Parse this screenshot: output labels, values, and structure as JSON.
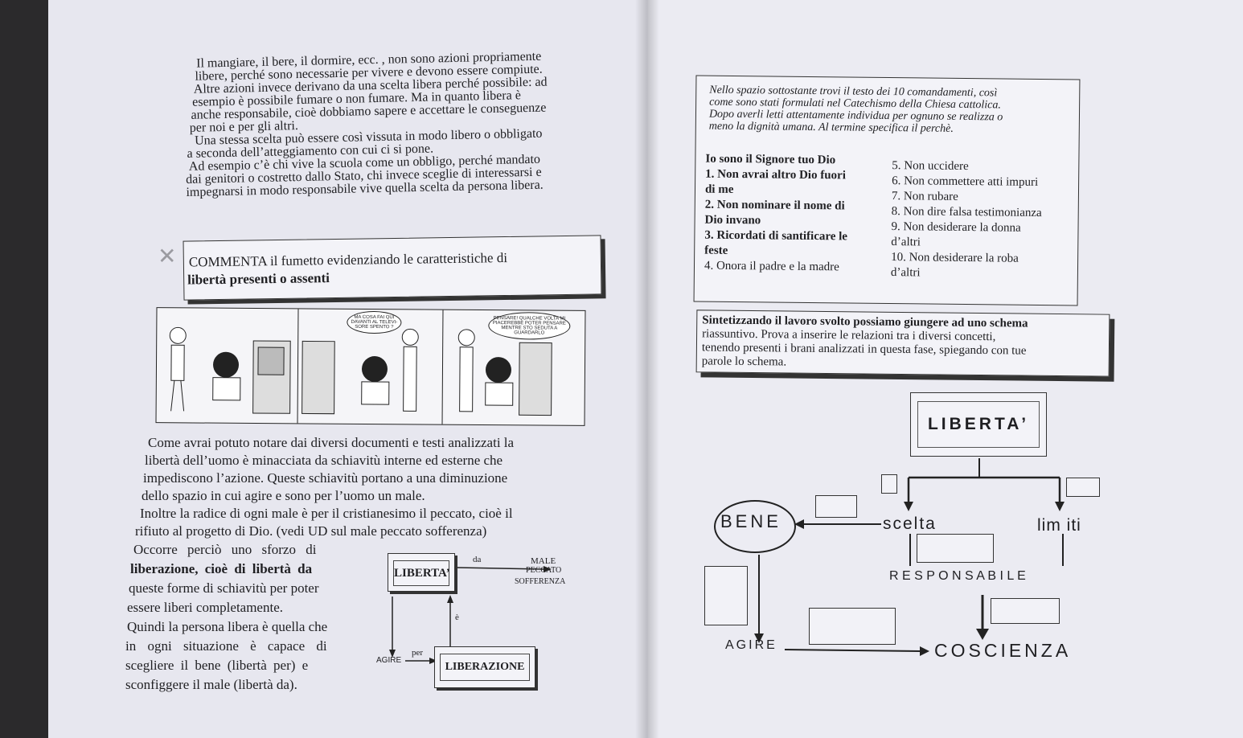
{
  "left": {
    "intro_lines": [
      "Il mangiare, il bere, il dormire, ecc. , non sono azioni propriamente",
      "libere, perché sono necessarie per vivere e devono essere compiute.",
      "Altre azioni invece derivano da una scelta libera perché possibile: ad",
      "esempio è possibile fumare o non fumare. Ma in quanto libera è",
      "anche responsabile, cioè dobbiamo sapere e accettare le conseguenze",
      "per noi e per gli altri.",
      "Una stessa scelta può essere così vissuta in modo libero o obbligato",
      "a seconda dell’atteggiamento con cui ci si pone.",
      "Ad esempio c’è chi vive la scuola come un obbligo, perché mandato",
      "dai genitori o costretto dallo Stato, chi invece sceglie di interessarsi e",
      "impegnarsi in modo responsabile vive quella scelta da persona libera."
    ],
    "comment_box": {
      "line1": "COMMENTA il fumetto evidenziando le caratteristiche di",
      "line2": "libertà presenti o assenti"
    },
    "comic": {
      "bubble1": "MA COSA FAI QUI DAVANTI AL TELEVI-SORE SPENTO ?",
      "bubble2": "PENSARE! QUALCHE VOLTA MI PIACEREBBE POTER PENSARE MENTRE STO SEDUTA A GUARDARLO"
    },
    "body_lines": [
      "Come avrai potuto notare dai diversi documenti e testi analizzati la",
      "libertà dell’uomo è minacciata da schiavitù interne ed esterne che",
      "impediscono l’azione. Queste schiavitù portano a una diminuzione",
      "dello spazio in cui agire e sono per l’uomo un male.",
      "Inoltre la radice di ogni male è per il cristianesimo il peccato, cioè il",
      "rifiuto al progetto di Dio. (vedi UD sul male peccato sofferenza)"
    ],
    "wrap_lines": [
      "Occorre perciò uno sforzo di",
      "liberazione, cioè di libertà da",
      "queste forme di schiavitù per poter",
      "essere liberi completamente.",
      "Quindi la persona libera è quella che",
      "in ogni situazione è capace di",
      "scegliere il bene (libertà per) e",
      "sconfiggere il male (libertà da)."
    ],
    "mini_diagram": {
      "liberta": "LIBERTA’",
      "da": "da",
      "male": "MALE",
      "peccato": "PECCATO",
      "sofferenza": "SOFFERENZA",
      "e": "è",
      "agire": "AGIRE",
      "per": "per",
      "liberazione": "LIBERAZIONE"
    }
  },
  "right": {
    "instructions": [
      "Nello spazio sottostante trovi il testo dei 10 comandamenti, così",
      "come sono stati formulati nel Catechismo della Chiesa cattolica.",
      "Dopo averli letti attentamente individua per ognuno se realizza o",
      "meno la dignità umana. Al termine specifica il perchè."
    ],
    "commandments_left": [
      "Io sono il Signore tuo Dio",
      "1. Non avrai altro Dio fuori",
      "di me",
      "2. Non nominare il nome di",
      "Dio invano",
      "3. Ricordati di santificare le",
      "feste",
      "4. Onora il padre e la madre"
    ],
    "commandments_right": [
      "5. Non uccidere",
      "6. Non commettere atti impuri",
      "7. Non rubare",
      "8. Non dire falsa testimonianza",
      "9. Non desiderare la donna",
      "d’altri",
      "10. Non desiderare la roba",
      "d’altri"
    ],
    "summary": [
      "Sintetizzando il lavoro svolto possiamo giungere ad uno schema",
      "riassuntivo. Prova a inserire le relazioni tra i diversi concetti,",
      "tenendo presenti i brani analizzati in questa fase, spiegando con tue",
      "parole lo schema."
    ],
    "diagram": {
      "liberta": "LIBERTA’",
      "bene": "BENE",
      "scelta": "scelta",
      "limiti": "lim iti",
      "responsabile": "R E S P O N S A B I L E",
      "agire": "AGIRE",
      "coscienza": "COSCIENZA"
    }
  }
}
